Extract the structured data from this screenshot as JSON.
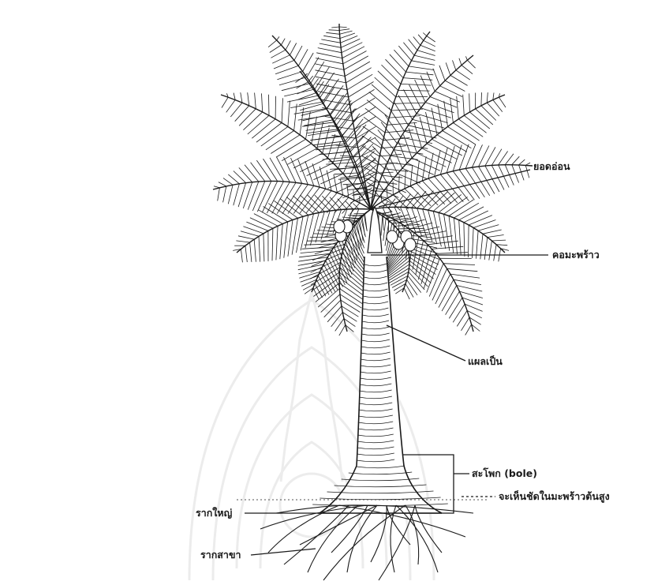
{
  "labels": {
    "shoot": "ยอดอ่อน",
    "neck": "คอมะพร้าว",
    "scar": "แผลเป็น",
    "bole": "สะโพก (bole)",
    "tall_note": "จะเห็นชัดในมะพร้าวต้นสูง",
    "main_root": "รากใหญ่",
    "branch_root": "รากสาขา"
  },
  "colors": {
    "ink": "#1a1a1a",
    "paper": "#ffffff",
    "watermark": "#ececec"
  }
}
